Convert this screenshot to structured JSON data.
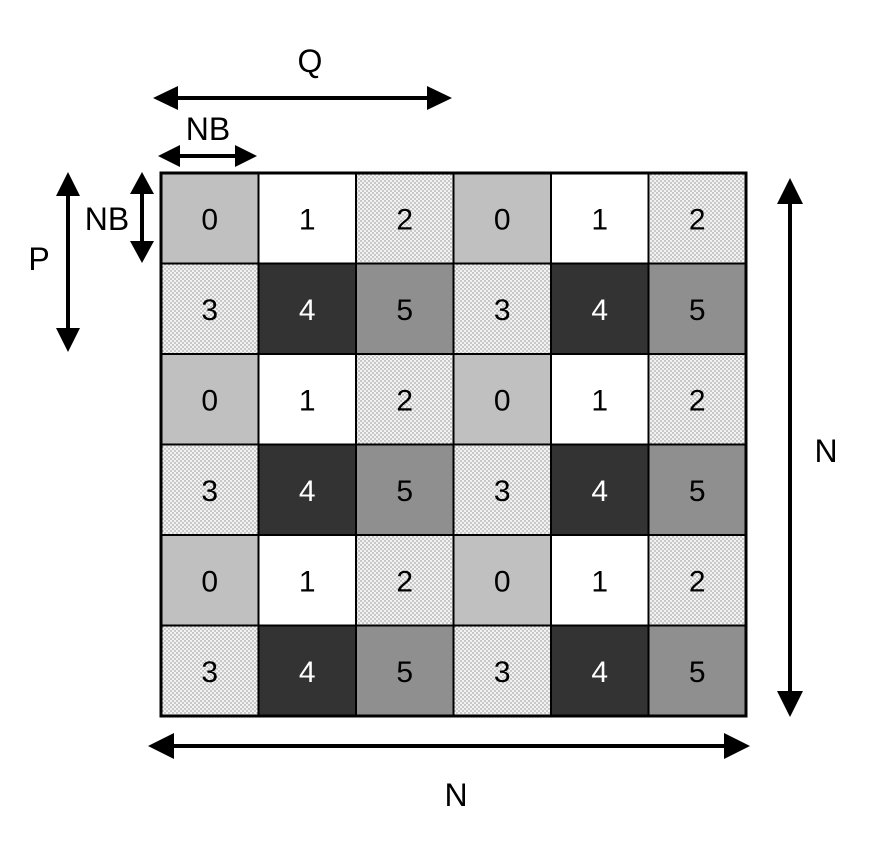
{
  "labels": {
    "q": "Q",
    "nb_horizontal": "NB",
    "nb_vertical": "NB",
    "p": "P",
    "n_right": "N",
    "n_bottom": "N"
  },
  "grid": {
    "rows": [
      [
        "0",
        "1",
        "2",
        "0",
        "1",
        "2"
      ],
      [
        "3",
        "4",
        "5",
        "3",
        "4",
        "5"
      ],
      [
        "0",
        "1",
        "2",
        "0",
        "1",
        "2"
      ],
      [
        "3",
        "4",
        "5",
        "3",
        "4",
        "5"
      ],
      [
        "0",
        "1",
        "2",
        "0",
        "1",
        "2"
      ],
      [
        "3",
        "4",
        "5",
        "3",
        "4",
        "5"
      ]
    ]
  },
  "process_styles": {
    "0": {
      "fill": "#c0c0c0",
      "text": "#000000",
      "dotted": false
    },
    "1": {
      "fill": "#ffffff",
      "text": "#000000",
      "dotted": false
    },
    "2": {
      "fill": "#f0f0f0",
      "text": "#000000",
      "dotted": true
    },
    "3": {
      "fill": "#f0f0f0",
      "text": "#000000",
      "dotted": true
    },
    "4": {
      "fill": "#333333",
      "text": "#ffffff",
      "dotted": false
    },
    "5": {
      "fill": "#8f8f8f",
      "text": "#000000",
      "dotted": false
    }
  }
}
